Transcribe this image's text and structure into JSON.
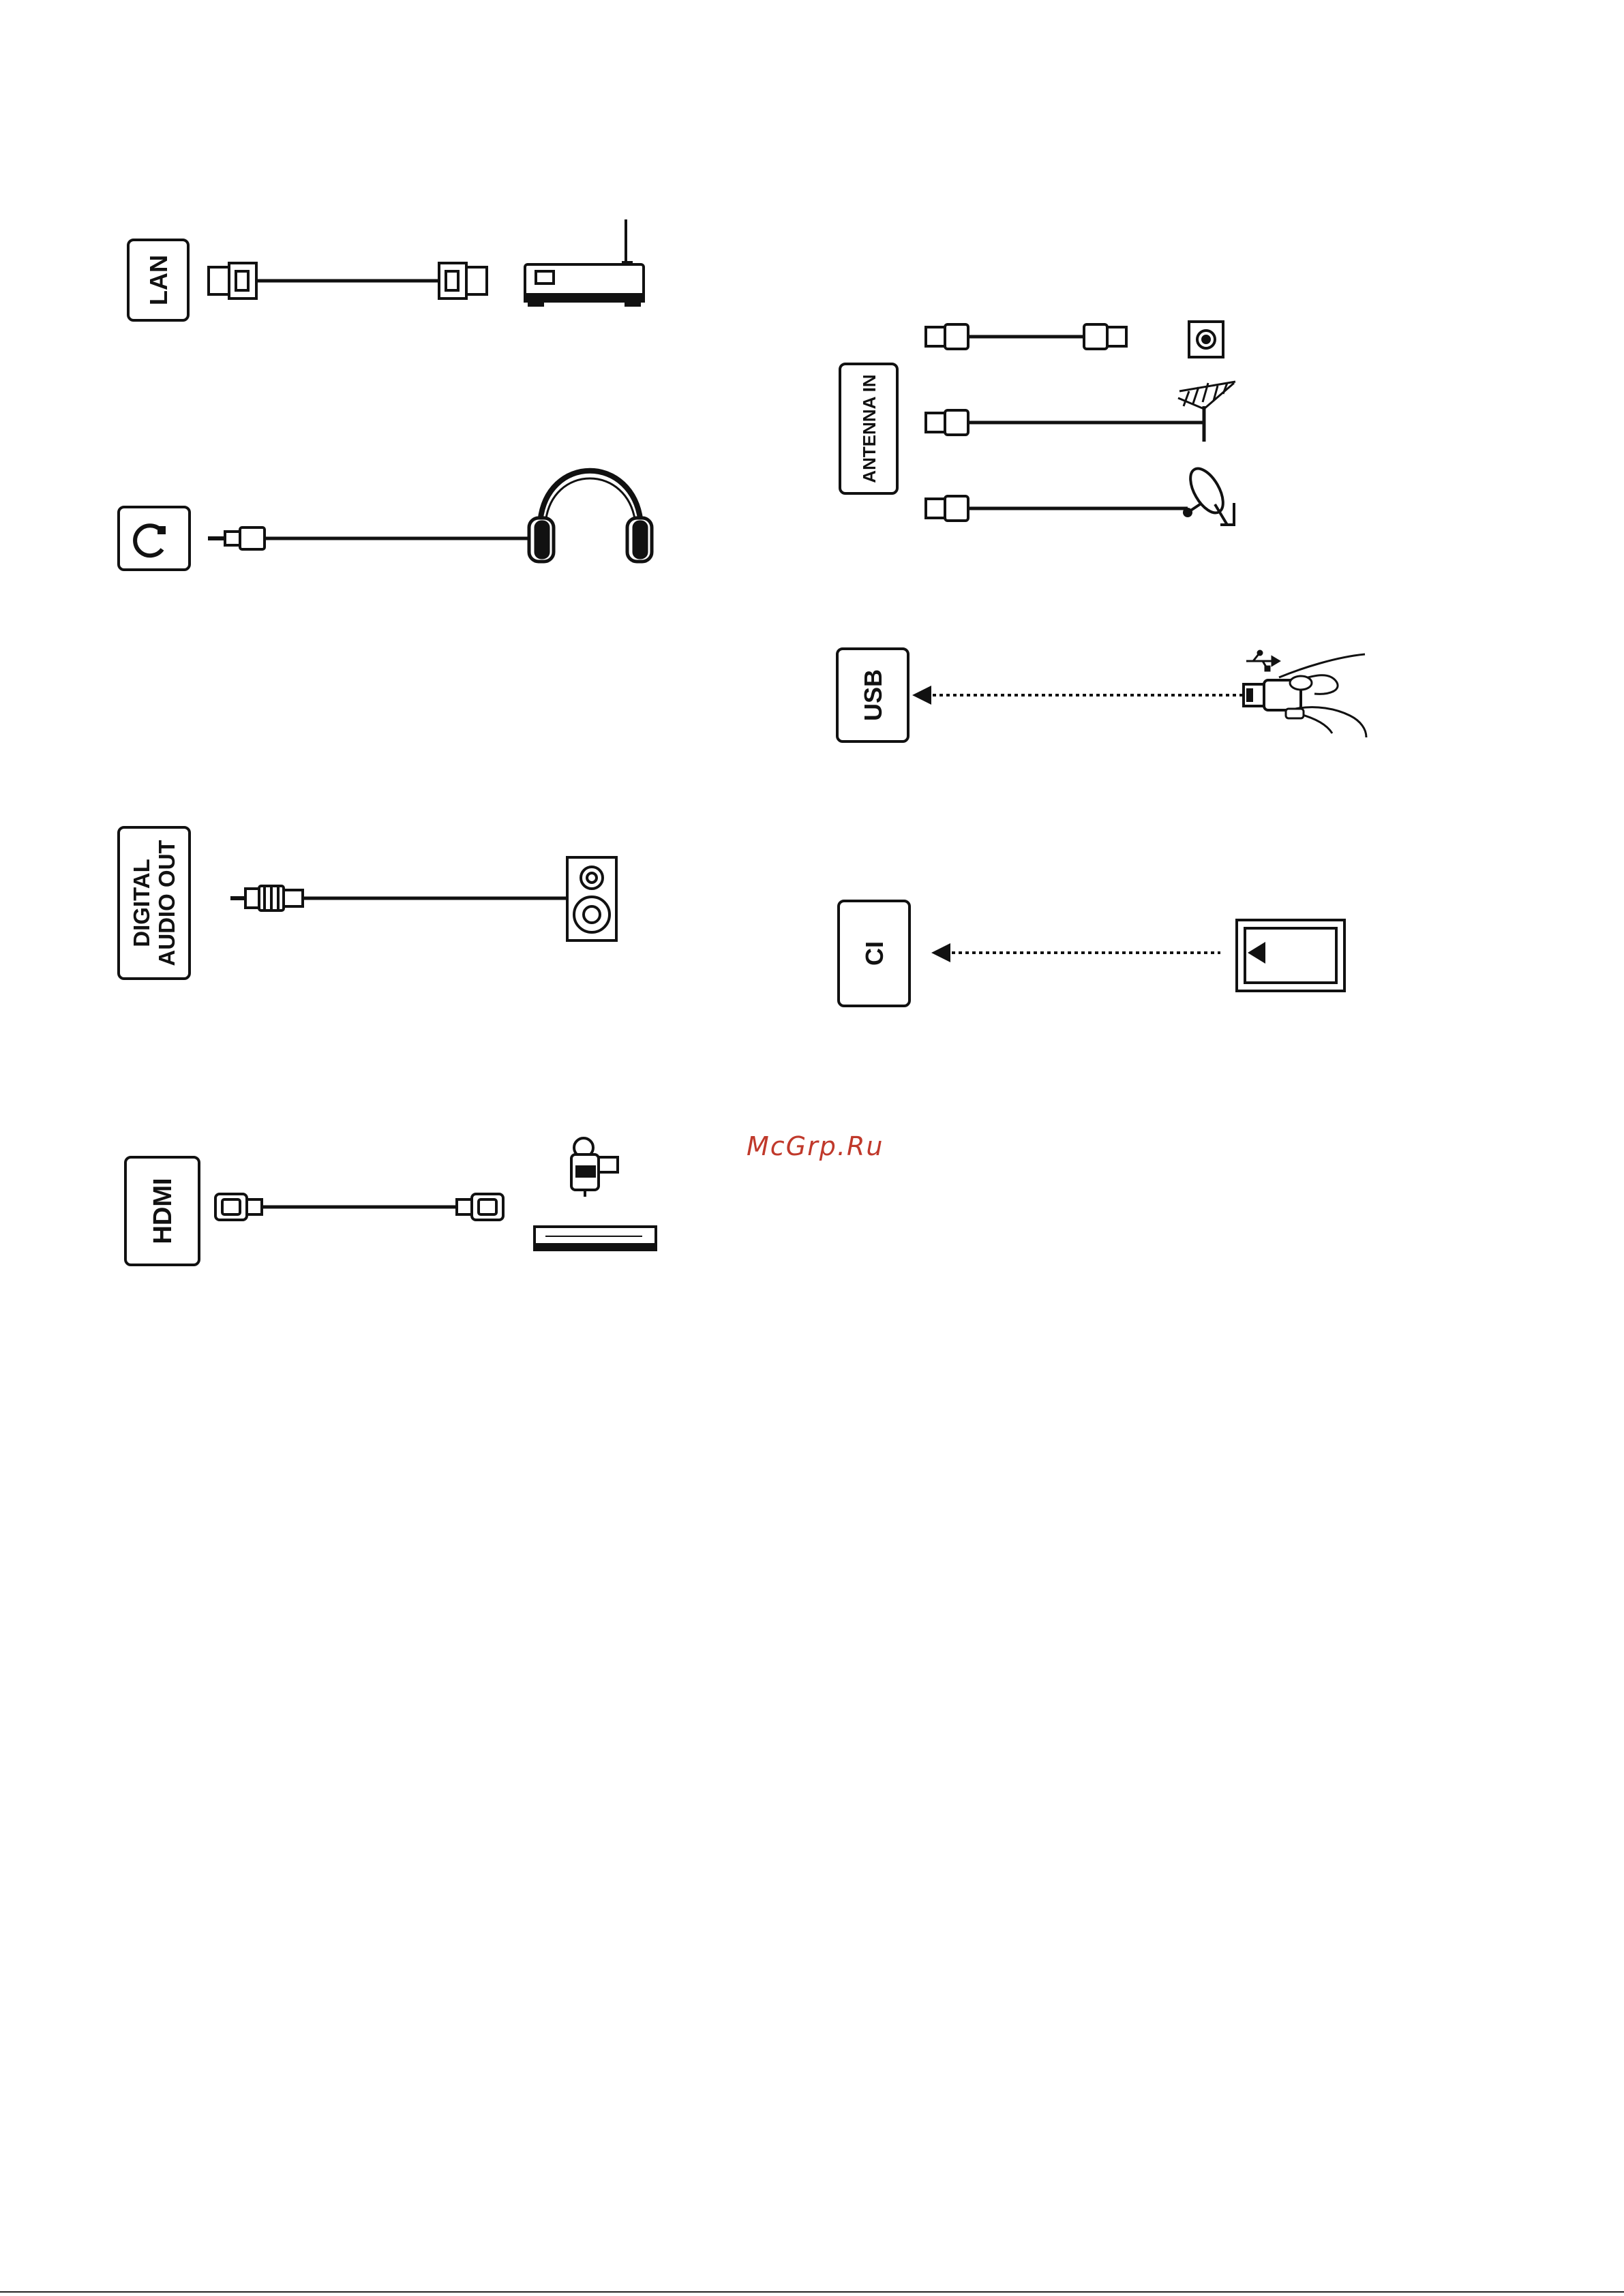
{
  "ports": {
    "lan": "LAN",
    "digital_audio_out_line1": "DIGITAL",
    "digital_audio_out_line2": "AUDIO OUT",
    "hdmi": "HDMI",
    "antenna_in": "ANTENNA IN",
    "usb": "USB",
    "ci": "CI"
  },
  "devices": {
    "lan": "router-icon",
    "headphone_port": "headphone-port-icon",
    "headphones": "headphones-icon",
    "digital_audio_out": "speaker-icon",
    "hdmi_camcorder": "camcorder-icon",
    "hdmi_player": "blu-ray-player-icon",
    "antenna_wall": "wall-socket-icon",
    "antenna_aerial": "aerial-antenna-icon",
    "antenna_satellite": "satellite-dish-icon",
    "usb": "usb-flash-drive-icon",
    "ci": "ci-card-icon"
  },
  "watermark": "McGrp.Ru"
}
